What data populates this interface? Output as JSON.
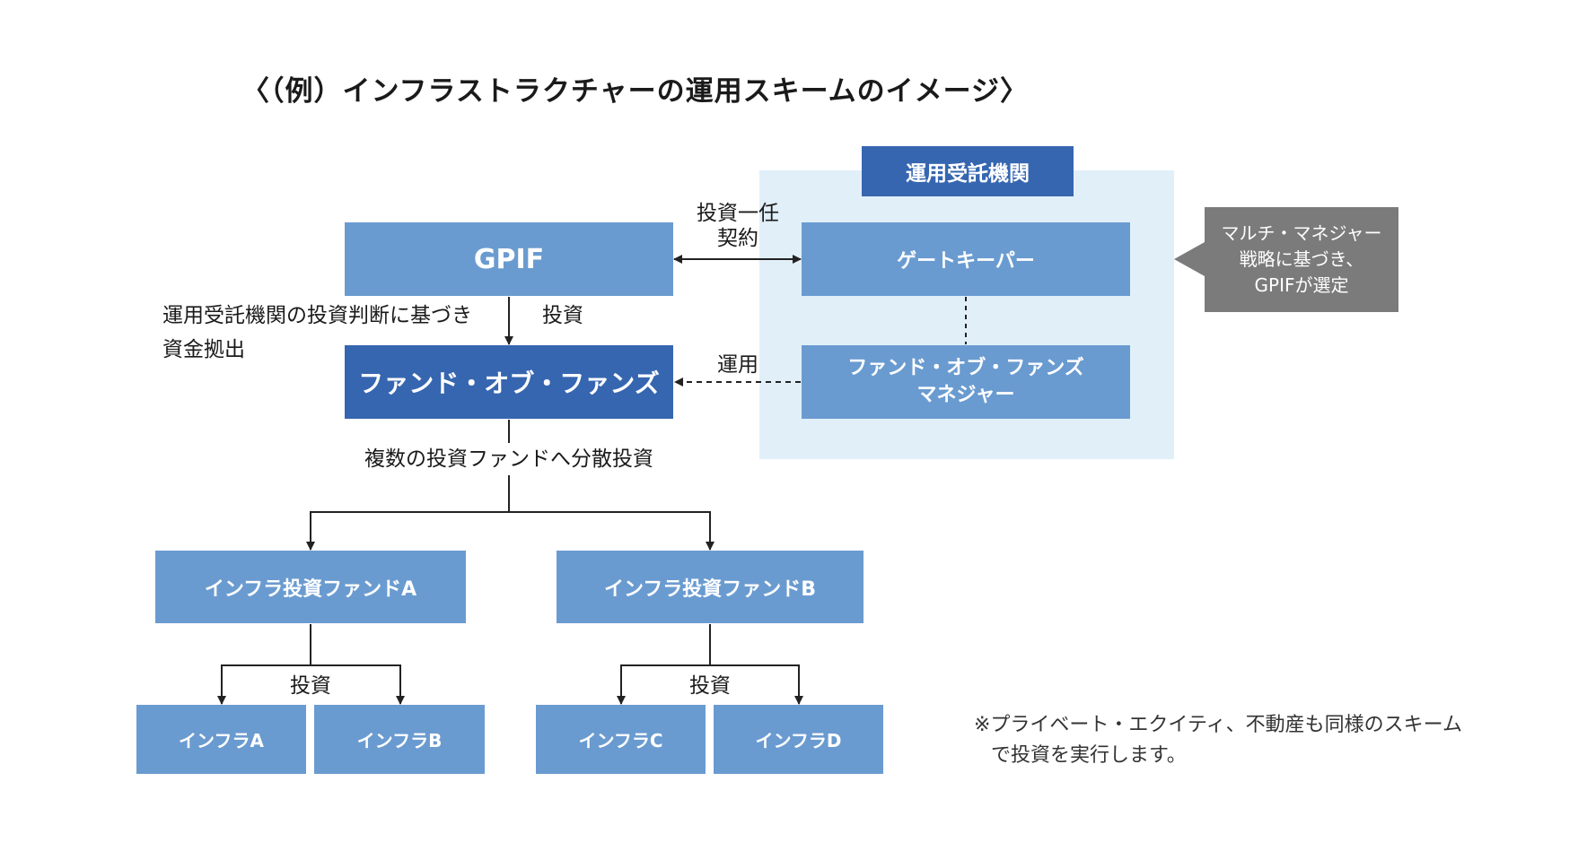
{
  "title": "〈（例）インフラストラクチャーの運用スキームのイメージ〉",
  "trustee_label": "運用受託機関",
  "gpif": "GPIF",
  "gatekeeper": "ゲートキーパー",
  "fof": "ファンド・オブ・ファンズ",
  "fof_manager": [
    "ファンド・オブ・ファンズ",
    "マネジャー"
  ],
  "contract_label": [
    "投資一任",
    "契約"
  ],
  "operation_label": "運用",
  "contribution_label": [
    "運用受託機関の投資判断に基づき",
    "資金拠出"
  ],
  "invest_label": "投資",
  "diversify_label": "複数の投資ファンドへ分散投資",
  "callout": [
    "マルチ・マネジャー",
    "戦略に基づき、",
    "GPIFが選定"
  ],
  "funds": [
    {
      "name": "インフラ投資ファンドA",
      "invest_label": "投資",
      "infras": [
        "インフラA",
        "インフラB"
      ]
    },
    {
      "name": "インフラ投資ファンドB",
      "invest_label": "投資",
      "infras": [
        "インフラC",
        "インフラD"
      ]
    }
  ],
  "note": [
    "※プライベート・エクイティ、不動産も同様のスキーム",
    "で投資を実行します。"
  ],
  "colors": {
    "mid_blue": "#6a9bd0",
    "dark_blue": "#3666b0",
    "panel_bg": "#e1eff9",
    "callout_grey": "#7b7b7b"
  }
}
